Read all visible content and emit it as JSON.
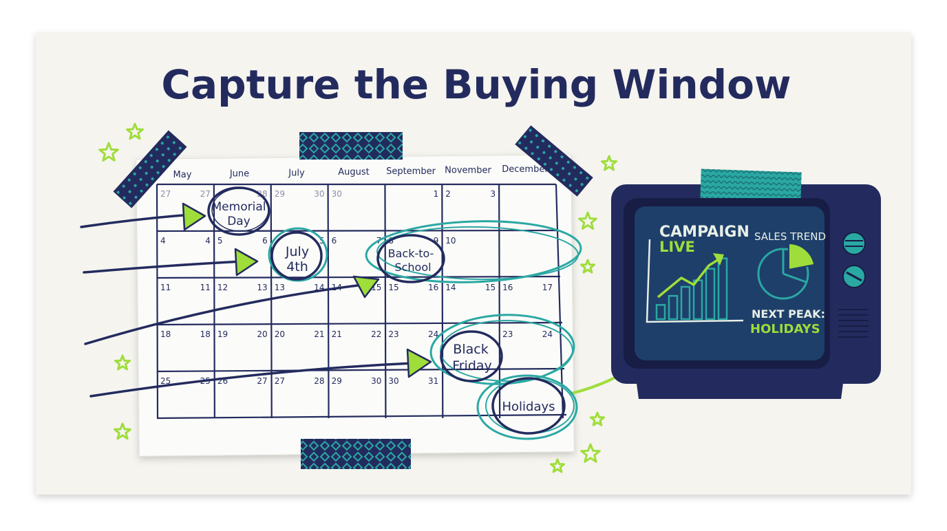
{
  "title": "Capture the Buying Window",
  "calendar": {
    "months": [
      "May",
      "June",
      "July",
      "August",
      "September",
      "November",
      "December"
    ],
    "weeks": [
      [
        [
          "27",
          "27"
        ],
        [
          "",
          "28"
        ],
        [
          "29",
          "30"
        ],
        [
          "30",
          ""
        ],
        [
          "",
          "1"
        ],
        [
          "2",
          "3"
        ]
      ],
      [
        [
          "4",
          "4"
        ],
        [
          "5",
          "6"
        ],
        [
          "",
          "5"
        ],
        [
          "6",
          "7"
        ],
        [
          "8",
          "9"
        ],
        [
          "10",
          ""
        ]
      ],
      [
        [
          "11",
          "11"
        ],
        [
          "12",
          "13"
        ],
        [
          "13",
          "14"
        ],
        [
          "14",
          "15"
        ],
        [
          "15",
          "16"
        ],
        [
          "14",
          "15"
        ],
        [
          "16",
          "17"
        ]
      ],
      [
        [
          "18",
          "18"
        ],
        [
          "19",
          "20"
        ],
        [
          "20",
          "21"
        ],
        [
          "21",
          "22"
        ],
        [
          "23",
          "24"
        ],
        [
          "",
          ""
        ],
        [
          "23",
          "24"
        ]
      ],
      [
        [
          "25",
          "25"
        ],
        [
          "26",
          "27"
        ],
        [
          "27",
          "28"
        ],
        [
          "29",
          "30"
        ],
        [
          "30",
          "31"
        ],
        [
          "",
          ""
        ],
        [
          "",
          ""
        ]
      ]
    ]
  },
  "events": {
    "memorial_day": [
      "Memorial",
      "Day"
    ],
    "july_4th": [
      "July",
      "4th"
    ],
    "back_to_school": [
      "Back-to-",
      "School"
    ],
    "black_friday": [
      "Black",
      "Friday"
    ],
    "holidays": "Holidays"
  },
  "tv": {
    "campaign": "CAMPAIGN",
    "live": "LIVE",
    "sales_trend": "SALES TREND",
    "next_peak_label": "NEXT PEAK:",
    "next_peak_value": "HOLIDAYS",
    "bars": [
      0.22,
      0.36,
      0.5,
      0.6,
      0.78,
      0.94
    ],
    "pie_highlight_fraction": 0.22
  },
  "colors": {
    "navy": "#232b5e",
    "teal": "#2aa8a3",
    "lime": "#9fdd3a",
    "paper": "#f5f4ef"
  }
}
